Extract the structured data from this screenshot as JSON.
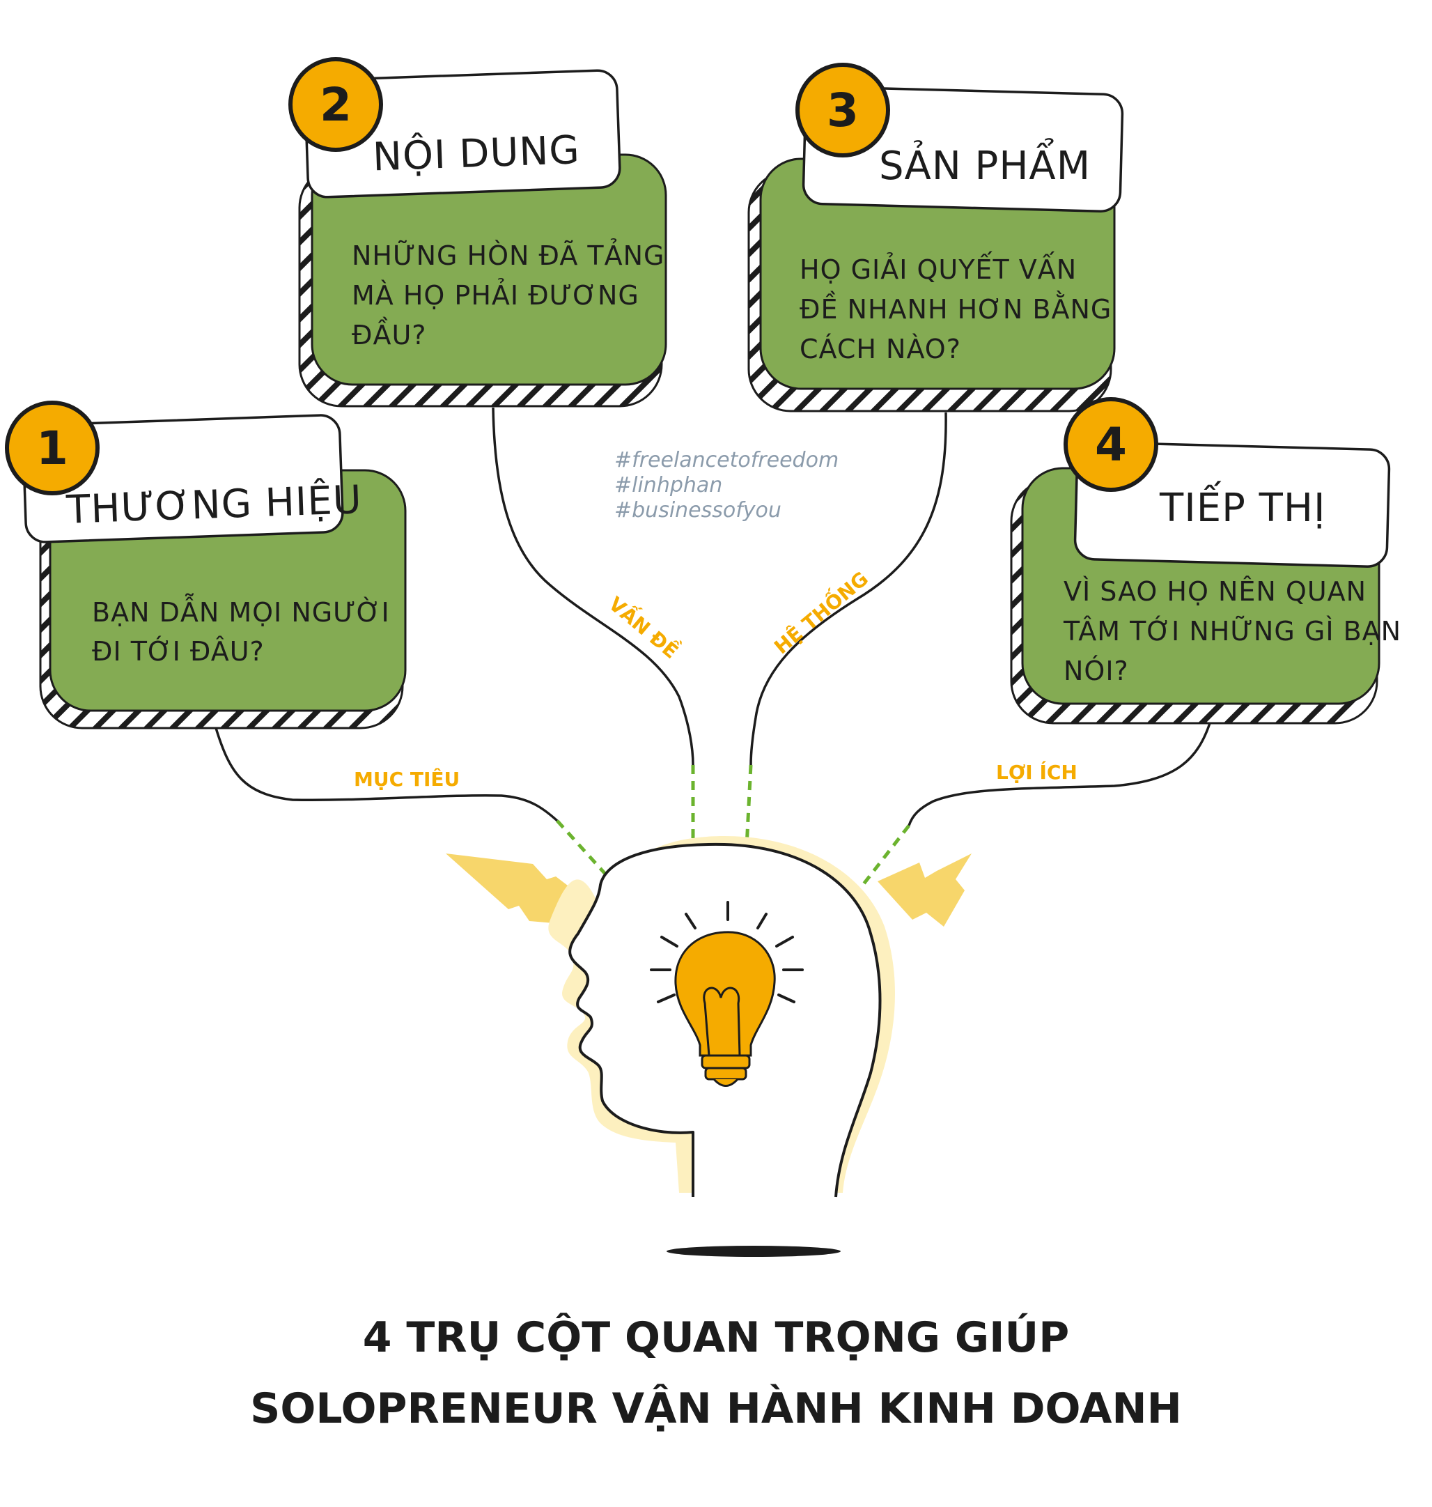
{
  "pillars": [
    {
      "number": "1",
      "title": "THƯƠNG HIỆU",
      "question_lines": [
        "BẠN DẪN MỌI NGƯỜI",
        "ĐI TỚI ĐÂU?"
      ]
    },
    {
      "number": "2",
      "title": "NỘI DUNG",
      "question_lines": [
        "NHỮNG HÒN ĐÃ TẢNG",
        "MÀ HỌ PHẢI ĐƯƠNG",
        "ĐẦU?"
      ]
    },
    {
      "number": "3",
      "title": "SẢN PHẨM",
      "question_lines": [
        "HỌ GIẢI QUYẾT VẤN",
        "ĐỀ NHANH HƠN BẰNG",
        "CÁCH NÀO?"
      ]
    },
    {
      "number": "4",
      "title": "TIẾP THỊ",
      "question_lines": [
        "VÌ SAO HỌ NÊN QUAN",
        "TÂM TỚI NHỮNG GÌ BẠN",
        "NÓI?"
      ]
    }
  ],
  "connectors": {
    "muc_tieu": "MỤC TIÊU",
    "van_de": "VẤN ĐỀ",
    "he_thong": "HỆ THỐNG",
    "loi_ich": "LỢI ÍCH"
  },
  "hashtags": [
    "#freelancetofreedom",
    "#linhphan",
    "#businessofyou"
  ],
  "title_lines": [
    "4 TRỤ CỘT QUAN TRỌNG GIÚP",
    "SOLOPRENEUR VẬN HÀNH KINH DOANH"
  ],
  "colors": {
    "card_green": "#84ab53",
    "badge_yellow": "#f5ab00",
    "label_yellow": "#f5ab00",
    "dash_green": "#6bb32e",
    "head_glow": "#fdf0bf",
    "bolt_yellow": "#f7d66b",
    "ink": "#1c1c1c",
    "hashtag_gray": "#8b9bab"
  },
  "icons": [
    "lightning-bolt-icon",
    "lightbulb-icon",
    "head-silhouette-icon"
  ]
}
